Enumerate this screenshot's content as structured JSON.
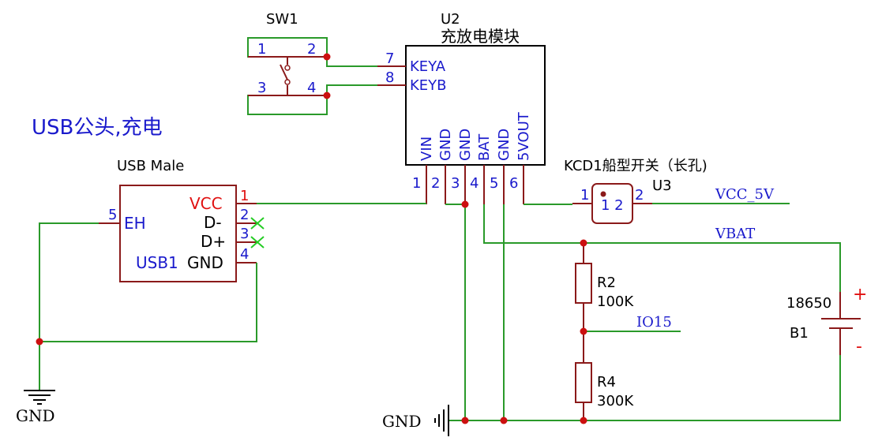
{
  "heading": "USB公头,充电",
  "sw1": {
    "ref": "SW1",
    "pins": [
      "1",
      "2",
      "3",
      "4"
    ]
  },
  "u2": {
    "ref": "U2",
    "value": "充放电模块",
    "left_pins": [
      {
        "num": "7",
        "name": "KEYA"
      },
      {
        "num": "8",
        "name": "KEYB"
      }
    ],
    "bottom_pins": [
      {
        "num": "1",
        "name": "VIN"
      },
      {
        "num": "2",
        "name": "GND"
      },
      {
        "num": "3",
        "name": "GND"
      },
      {
        "num": "4",
        "name": "BAT"
      },
      {
        "num": "5",
        "name": "GND"
      },
      {
        "num": "6",
        "name": "5VOUT"
      }
    ]
  },
  "usb": {
    "value": "USB Male",
    "ref": "USB1",
    "pins": [
      {
        "num": "1",
        "name": "VCC"
      },
      {
        "num": "2",
        "name": "D-"
      },
      {
        "num": "3",
        "name": "D+"
      },
      {
        "num": "4",
        "name": "GND"
      },
      {
        "num": "5",
        "name": "EH"
      }
    ]
  },
  "u3": {
    "value": "KCD1船型开关（长孔)",
    "ref": "U3",
    "pin_left": "1",
    "pin_right": "2",
    "body_text": "1 2"
  },
  "nets": {
    "vcc5v": "VCC_5V",
    "vbat": "VBAT",
    "io15": "IO15",
    "gnd": "GND"
  },
  "r2": {
    "ref": "R2",
    "value": "100K"
  },
  "r4": {
    "ref": "R4",
    "value": "300K"
  },
  "battery": {
    "value": "18650",
    "ref": "B1",
    "plus": "+",
    "minus": "-"
  },
  "colors": {
    "wire": "#2a9a2a",
    "component": "#8b1a1a",
    "label_blue": "#1a1acc",
    "vcc_red": "#e01010",
    "junction": "#cc1010"
  }
}
